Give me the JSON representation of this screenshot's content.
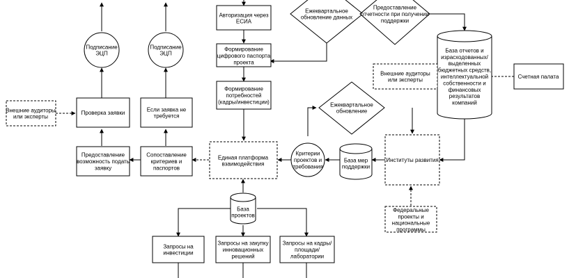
{
  "nodes": {
    "esia": [
      "Авторизация через",
      "ЕСИА"
    ],
    "passport": [
      "Формирование",
      "цифрового паспорта",
      "проекта"
    ],
    "needs": [
      "Формирование",
      "потребностей",
      "(кадры/инвестиции)"
    ],
    "platform": [
      "Единая платформа",
      "взаимодействия"
    ],
    "projects_db": [
      "База",
      "проектов"
    ],
    "invest": [
      "Запросы на",
      "инвестиции"
    ],
    "purchase": [
      "Запросы на закупку",
      "инновационных",
      "решений"
    ],
    "staff": [
      "Запросы на кадры/",
      "площади/",
      "лаборатории"
    ],
    "quarterly_top": [
      "Ежеквартальное",
      "обновление данных"
    ],
    "reporting": [
      "Предоставление",
      "отчетности при получении",
      "поддержки"
    ],
    "reports_db": [
      "База отчетов и",
      "израсходованных/",
      "выделенных",
      "бюджетных средств,",
      "интеллектуальной",
      "собственности и",
      "финансовых",
      "результатов",
      "компаний"
    ],
    "auditors_right": [
      "Внешние аудиторы",
      "или эксперты"
    ],
    "accounts_chamber": [
      "Счетная палата"
    ],
    "quarterly_mid": [
      "Ежеквартальное",
      "обновление"
    ],
    "criteria": [
      "Критерии",
      "проектов и",
      "требования"
    ],
    "support_db": [
      "База мер",
      "поддержки"
    ],
    "institutes": [
      "Институты развития"
    ],
    "federal": [
      "Федеральные",
      "проекты и",
      "национальные",
      "программы"
    ],
    "sign_left": [
      "Подписание",
      "ЭЦП"
    ],
    "sign_right": [
      "Подписание",
      "ЭЦП"
    ],
    "auditors_left": [
      "Внешние аудиторы",
      "или эксперты"
    ],
    "check": [
      "Проверка заявки"
    ],
    "not_required": [
      "Если заявка не",
      "требуется"
    ],
    "submit": [
      "Предоставление",
      "возможность подать",
      "заявку"
    ],
    "compare": [
      "Сопоставление",
      "критериев и",
      "паспортов"
    ]
  }
}
